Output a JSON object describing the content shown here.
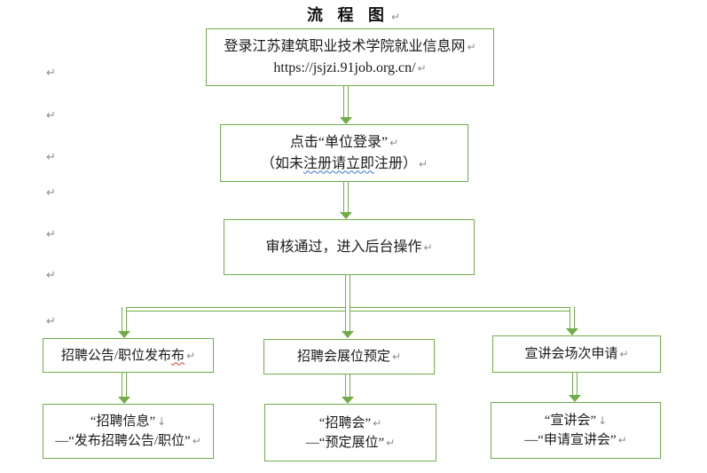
{
  "colors": {
    "shape_green": "#70AD47",
    "text": "#1a1a1a",
    "mark_gray": "#8c8c8c",
    "spellcheck_blue": "#3b6fe0",
    "spellcheck_red": "#e23b2e"
  },
  "marks": {
    "pilcrow": "↵",
    "linebreak": "↓"
  },
  "title": {
    "text": "流 程 图"
  },
  "boxes": {
    "login": {
      "line1": "登录江苏建筑职业技术学院就业信息网",
      "url": "https://jsjzi.91job.org.cn/"
    },
    "unit_login": {
      "line1": "点击“单位登录”",
      "line2_prefix": "（如未",
      "line2_wavy": "注册请立即",
      "line2_suffix": "注册）"
    },
    "review": {
      "line1": "审核通过，进入后台操作"
    },
    "branch_recruit_post": {
      "text_main": "招聘公告/职位发布",
      "text_wavy": "布"
    },
    "branch_jobfair_booth": {
      "text": "招聘会展位预定"
    },
    "branch_info_session": {
      "text": "宣讲会场次申请"
    },
    "detail_recruit_post": {
      "line1": "“招聘信息”",
      "line2": "—“发布招聘公告/职位”"
    },
    "detail_jobfair_booth": {
      "line1": "“招聘会”",
      "line2": "—“预定展位”"
    },
    "detail_info_session": {
      "line1": "“宣讲会”",
      "line2": "—“申请宣讲会”"
    }
  }
}
